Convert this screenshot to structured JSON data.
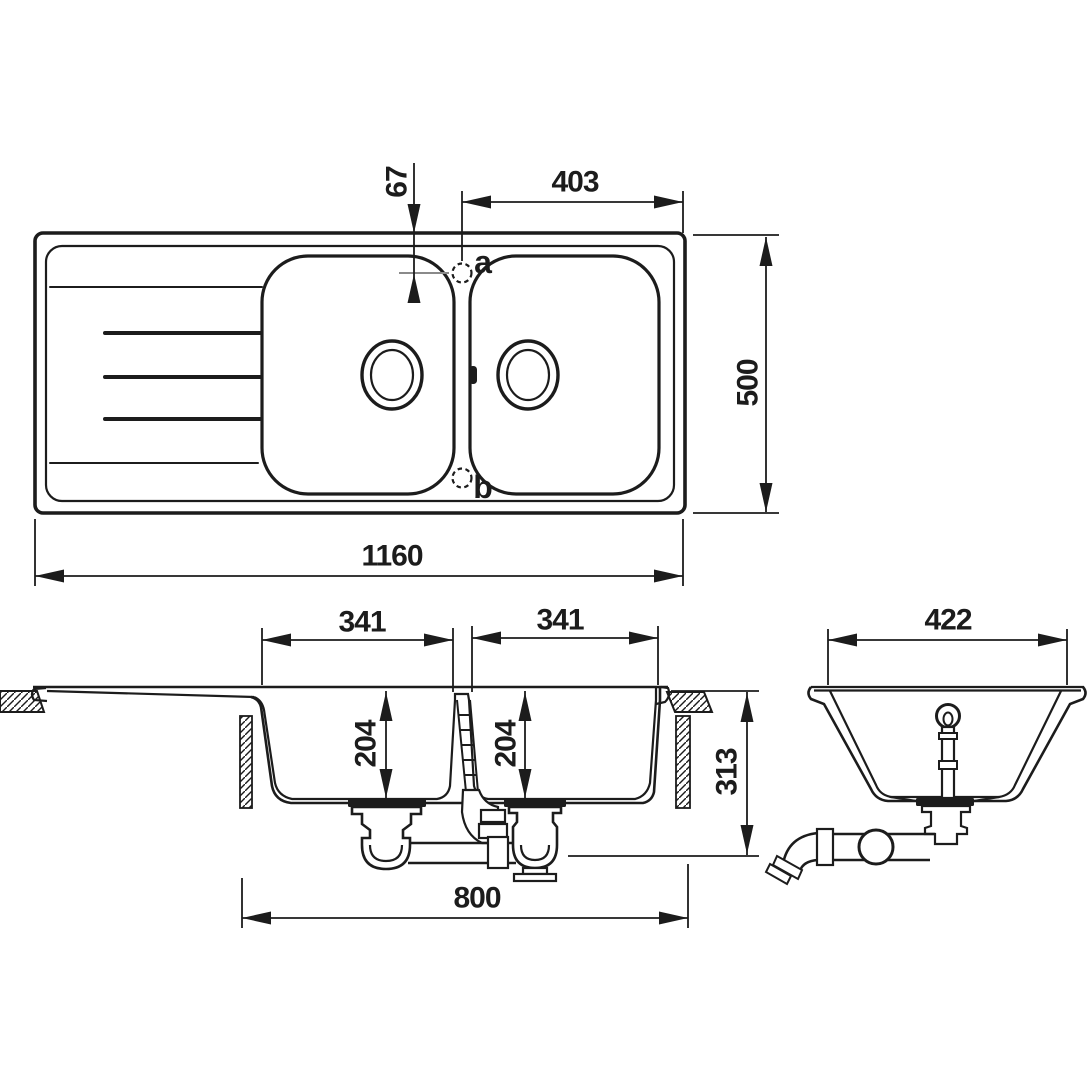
{
  "drawing_title": "double-bowl-sink-with-drainboard-technical-drawing",
  "colors": {
    "line": "#1c1c1c",
    "centerline": "#8a8a8a",
    "background": "#ffffff"
  },
  "labels": {
    "hole_a": "a",
    "hole_b": "b"
  },
  "dims": {
    "top": {
      "edge_to_hole_offset": "67",
      "hole_to_right_edge": "403",
      "overall_depth": "500",
      "overall_width": "1160"
    },
    "front": {
      "bowl1_width": "341",
      "bowl2_width": "341",
      "bowl1_depth": "204",
      "bowl2_depth": "204",
      "overall_height": "313",
      "underside_span": "800"
    },
    "side": {
      "bowl_width": "422"
    }
  }
}
